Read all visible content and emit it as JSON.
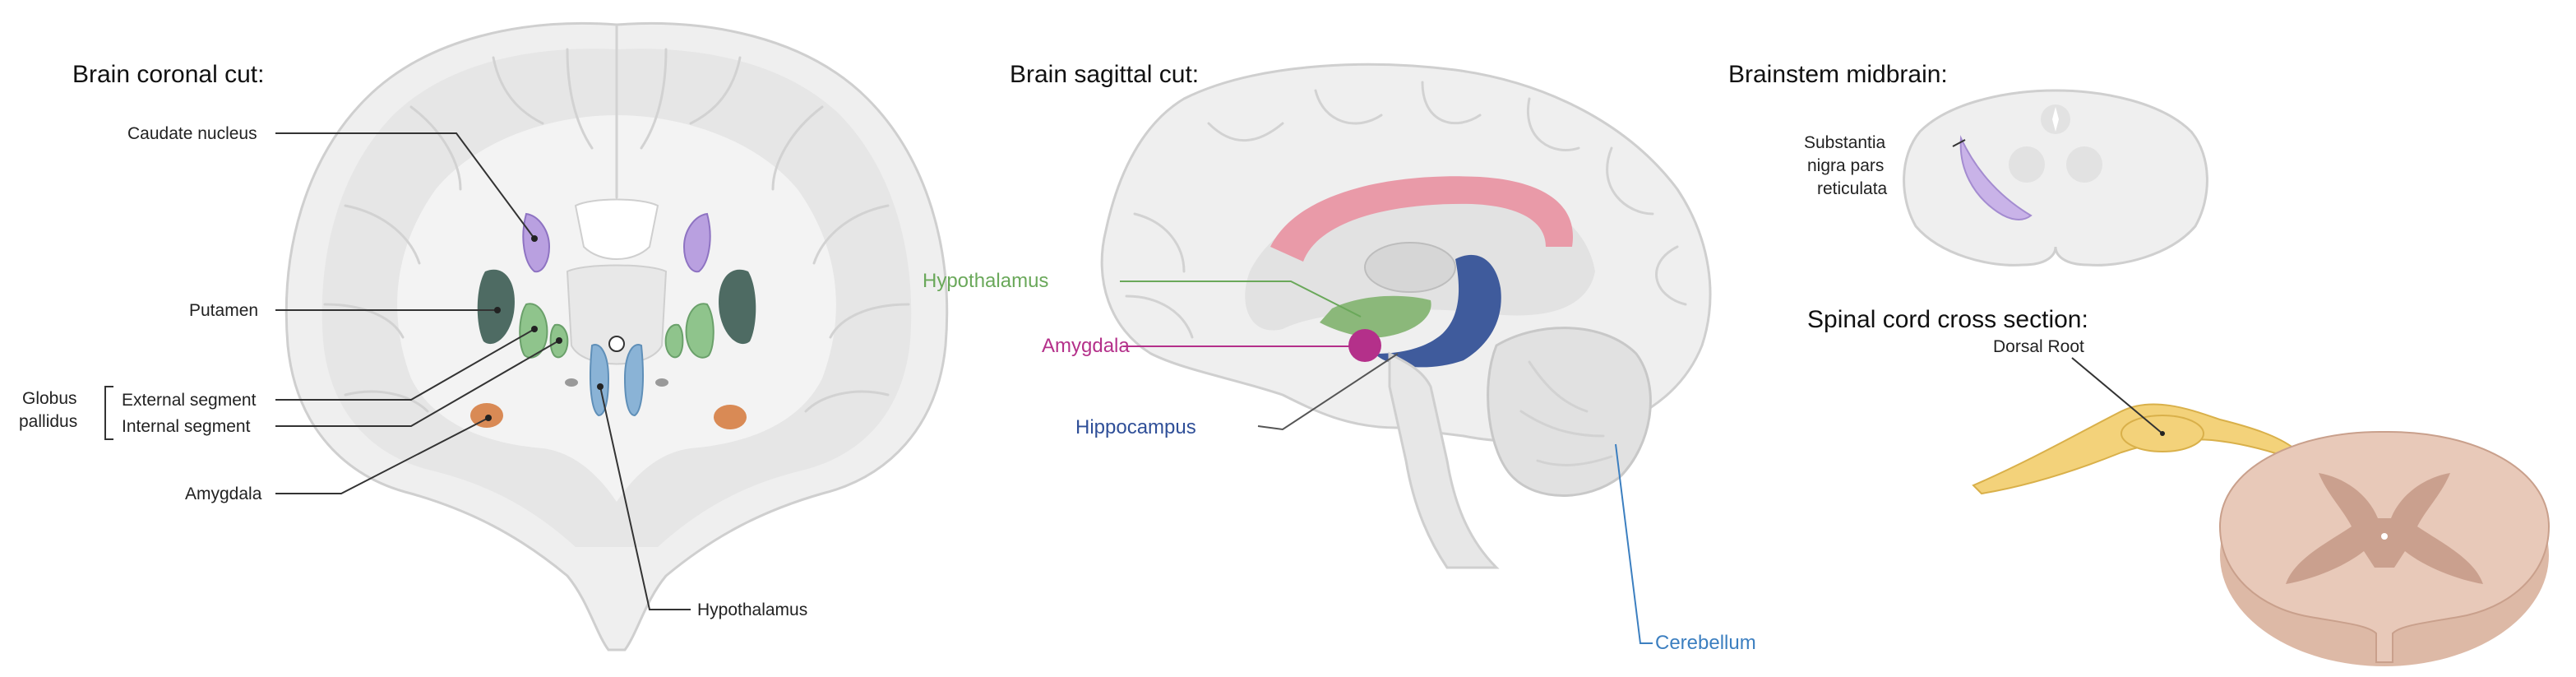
{
  "panels": {
    "coronal": {
      "title": "Brain coronal cut:",
      "labels": {
        "caudate": "Caudate nucleus",
        "putamen": "Putamen",
        "globus_1": "Globus",
        "globus_2": "pallidus",
        "external": "External segment",
        "internal": "Internal segment",
        "amygdala": "Amygdala",
        "hypothalamus": "Hypothalamus"
      }
    },
    "sagittal": {
      "title": "Brain sagittal cut:",
      "labels": {
        "hypothalamus": "Hypothalamus",
        "amygdala": "Amygdala",
        "hippocampus": "Hippocampus",
        "cerebellum": "Cerebellum"
      }
    },
    "midbrain": {
      "title": "Brainstem midbrain:",
      "labels": {
        "sn_1": "Substantia",
        "sn_2": "nigra pars",
        "sn_3": "reticulata"
      }
    },
    "spinal": {
      "title": "Spinal cord cross section:",
      "labels": {
        "dorsal_root": "Dorsal Root"
      }
    }
  },
  "colors": {
    "caudate": "#b9a0e0",
    "putamen": "#4e6b63",
    "globus": "#8fc48c",
    "amygdala_coronal": "#d98a55",
    "hypothalamus_coronal": "#8ab3d6",
    "cingulate": "#e99aa8",
    "hypothalamus_sagittal": "#8bb87a",
    "amygdala_sagittal": "#b4308a",
    "hippocampus": "#3f5b9c",
    "cerebellum_label": "#3c7fc0",
    "hypothalamus_label": "#6aa85a",
    "amygdala_label": "#b4308a",
    "hippocampus_label": "#2f4f98",
    "substantia_nigra": "#c9b3e8",
    "dorsal_root": "#f3d27a",
    "dorsal_root_label": "#b08a2a",
    "spinal_white": "#e8c9b9",
    "spinal_grey": "#caa08e"
  }
}
